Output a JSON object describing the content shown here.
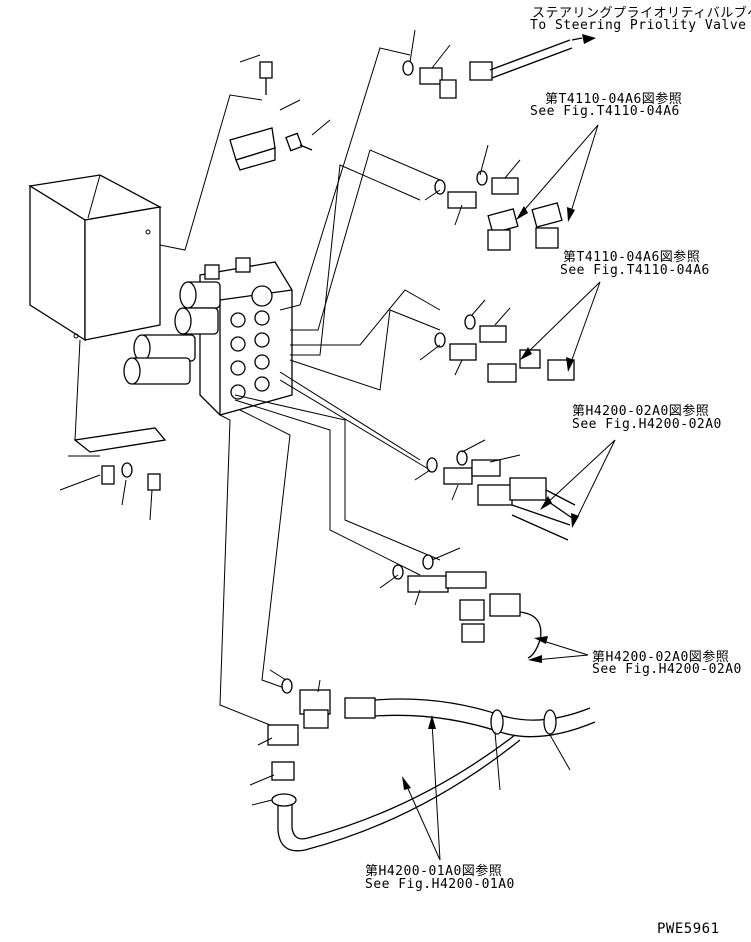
{
  "callouts": [
    {
      "id": "steering",
      "jp": "ステアリングプライオリティバルブへ",
      "en": "To Steering Priolity Valve"
    },
    {
      "id": "t4110_a",
      "jp": "第T4110-04A6図参照",
      "en": "See Fig.T4110-04A6"
    },
    {
      "id": "t4110_b",
      "jp": "第T4110-04A6図参照",
      "en": "See Fig.T4110-04A6"
    },
    {
      "id": "h4200_02_a",
      "jp": "第H4200-02A0図参照",
      "en": "See Fig.H4200-02A0"
    },
    {
      "id": "h4200_02_b",
      "jp": "第H4200-02A0図参照",
      "en": "See Fig.H4200-02A0"
    },
    {
      "id": "h4200_01",
      "jp": "第H4200-01A0図参照",
      "en": "See Fig.H4200-01A0"
    }
  ],
  "drawing_code": "PWE5961"
}
